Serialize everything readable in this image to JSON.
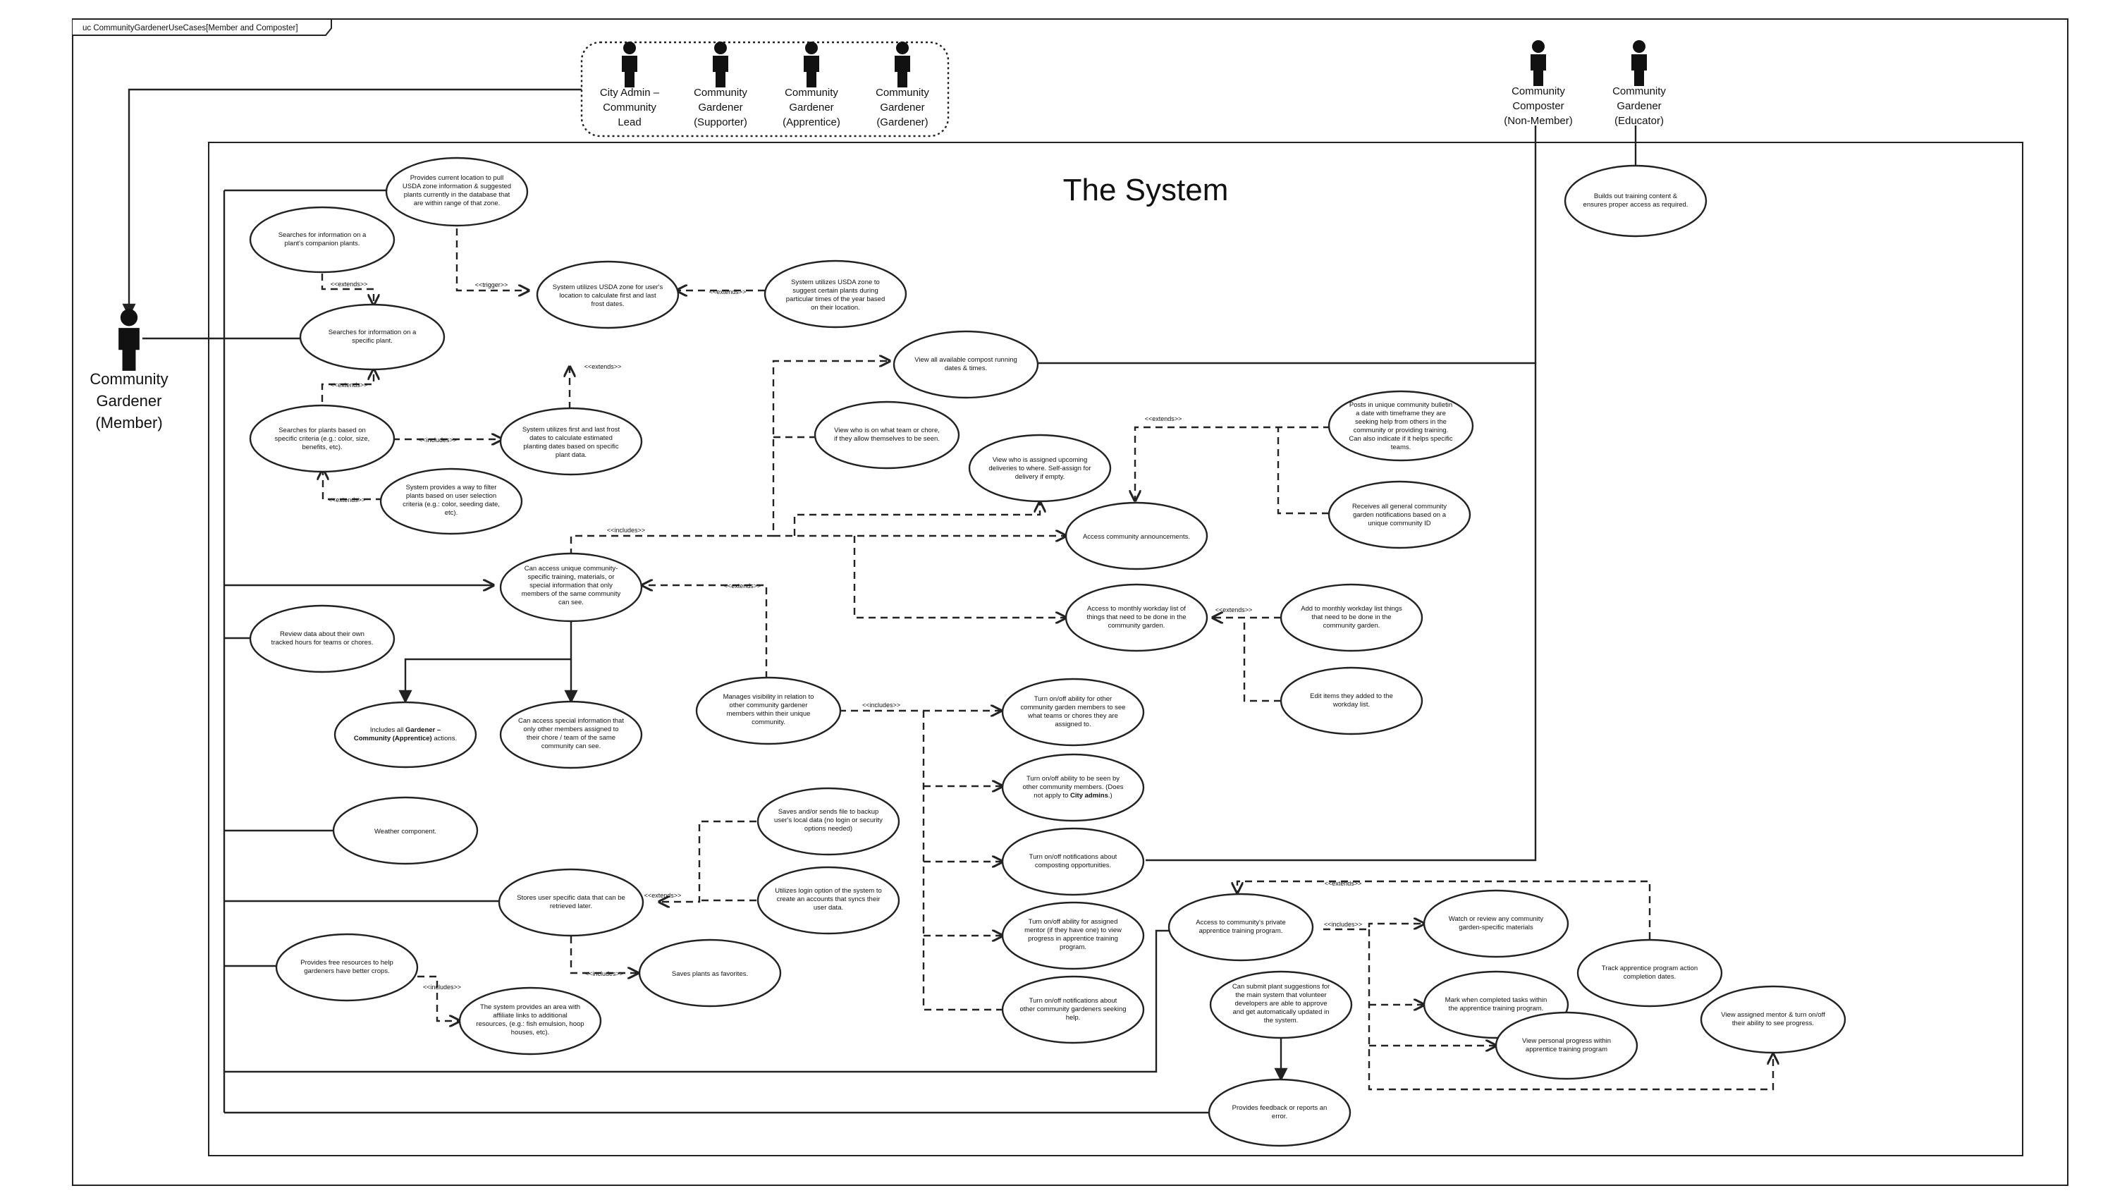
{
  "frame": {
    "label": "uc CommunityGardenerUseCases[Member and Composter]"
  },
  "system": {
    "title": "The System"
  },
  "actors": {
    "member": {
      "lines": [
        "Community",
        "Gardener",
        "(Member)"
      ]
    },
    "group": [
      {
        "lines": [
          "City Admin –",
          "Community",
          "Lead"
        ]
      },
      {
        "lines": [
          "Community",
          "Gardener",
          "(Supporter)"
        ]
      },
      {
        "lines": [
          "Community",
          "Gardener",
          "(Apprentice)"
        ]
      },
      {
        "lines": [
          "Community",
          "Gardener",
          "(Gardener)"
        ]
      }
    ],
    "composter": {
      "lines": [
        "Community",
        "Composter",
        "(Non-Member)"
      ]
    },
    "educator": {
      "lines": [
        "Community",
        "Gardener",
        "(Educator)"
      ]
    }
  },
  "stereotypes": {
    "extends": "<<extends>>",
    "includes": "<<includes>>",
    "trigger": "<<trigger>>"
  },
  "usecases": {
    "uc01": [
      "Provides current location to pull",
      "USDA zone information & suggested",
      "plants currently in the database that",
      "are within range of that zone."
    ],
    "uc02": [
      "Searches for information on a",
      "plant's companion plants."
    ],
    "uc03": [
      "System utilizes USDA zone for user's",
      "location to calculate first and last",
      "frost dates."
    ],
    "uc04": [
      "System utilizes USDA zone to",
      "suggest certain plants during",
      "particular times of the year based",
      "on their location."
    ],
    "uc05": [
      "Searches for information on a",
      "specific plant."
    ],
    "uc06": [
      "Searches for plants based on",
      "specific criteria (e.g.: color, size,",
      "benefits, etc)."
    ],
    "uc07": [
      "System utilizes first and last frost",
      "dates to calculate estimated",
      "planting dates based on specific",
      "plant data."
    ],
    "uc08": [
      "System provides a way to filter",
      "plants based on user selection",
      "criteria (e.g.: color, seeding date,",
      "etc)."
    ],
    "uc09": [
      "View all available compost running",
      "dates & times."
    ],
    "uc10": [
      "View who is on what team or chore,",
      "if they allow themselves to be seen."
    ],
    "uc11": [
      "View who is assigned upcoming",
      "deliveries to where. Self-assign for",
      "delivery if empty."
    ],
    "uc12": [
      "Posts in unique community bulletin",
      "a date with timeframe they are",
      "seeking help from others in the",
      "community or providing training.",
      "Can also indicate if it helps specific",
      "teams."
    ],
    "uc13": [
      "Receives all general community",
      "garden notifications based on a",
      "unique community ID"
    ],
    "uc14": [
      "Access community announcements."
    ],
    "uc15": [
      "Can access unique community-",
      "specific training, materials, or",
      "special information that only",
      "members of the same community",
      "can see."
    ],
    "uc16": [
      "Access to monthly workday list of",
      "things that need to be done in the",
      "community garden."
    ],
    "uc17": [
      "Add to monthly workday list things",
      "that need to be done in the",
      "community garden."
    ],
    "uc18": [
      "Review data about their own",
      "tracked hours for teams or chores."
    ],
    "uc19a": [
      "Includes all "
    ],
    "uc19b": "Gardener –",
    "uc19c": "Community (Apprentice)",
    "uc19d": " actions.",
    "uc20": [
      "Can access special information that",
      "only other members assigned to",
      "their chore / team of the same",
      "community can see."
    ],
    "uc21": [
      "Manages visibility in relation to",
      "other community gardener",
      "members within their unique",
      "community."
    ],
    "uc22": [
      "Turn on/off ability for other",
      "community garden members to see",
      "what teams or chores they are",
      "assigned to."
    ],
    "uc23": [
      "Edit items they added to the",
      "workday list."
    ],
    "uc24a": [
      "Turn on/off ability to be seen by",
      "other community members. (Does"
    ],
    "uc24b": "not apply to ",
    "uc24c": "City admins",
    "uc24d": ".)",
    "uc25": [
      "Weather component."
    ],
    "uc26": [
      "Saves and/or sends file to backup",
      "user's local data (no login or security",
      "options needed)"
    ],
    "uc27": [
      "Turn on/off notifications about",
      "composting opportunities."
    ],
    "uc28": [
      "Stores user specific data that can be",
      "retrieved later."
    ],
    "uc29": [
      "Utilizes login option of the system to",
      "create an accounts that syncs their",
      "user data."
    ],
    "uc30": [
      "Access to community's private",
      "apprentice training program."
    ],
    "uc31": [
      "Watch or review any community",
      "garden-specific materials"
    ],
    "uc32": [
      "Turn on/off ability for assigned",
      "mentor (if they have one) to view",
      "progress in apprentice training",
      "program."
    ],
    "uc33": [
      "Provides free resources to help",
      "gardeners have better crops."
    ],
    "uc34": [
      "Saves plants as favorites."
    ],
    "uc35": [
      "Can submit plant suggestions for",
      "the main system that volunteer",
      "developers are able to approve",
      "and get automatically updated in",
      "the system."
    ],
    "uc36": [
      "Track apprentice program action",
      "completion dates."
    ],
    "uc37": [
      "Mark when completed tasks within",
      "the apprentice training program."
    ],
    "uc38": [
      "View assigned mentor & turn on/off",
      "their ability to see progress."
    ],
    "uc39": [
      "The system provides an area with",
      "affiliate links to additional",
      "resources, (e.g.: fish emulsion, hoop",
      "houses, etc)."
    ],
    "uc40": [
      "Turn on/off notifications about",
      "other community gardeners seeking",
      "help."
    ],
    "uc41": [
      "View personal progress within",
      "apprentice training program"
    ],
    "uc42": [
      "Provides feedback or reports an",
      "error."
    ],
    "uc43": [
      "Builds out training content &",
      "ensures proper access as required."
    ]
  }
}
